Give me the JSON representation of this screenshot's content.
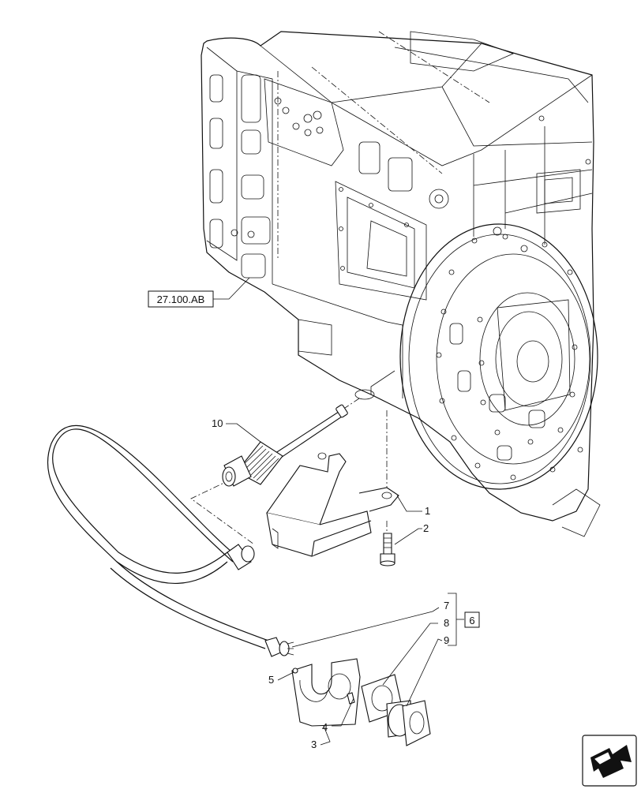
{
  "reference_label": "27.100.AB",
  "callouts": {
    "c1": "1",
    "c2": "2",
    "c3": "3",
    "c4": "4",
    "c5": "5",
    "c6": "6",
    "c7": "7",
    "c8": "8",
    "c9": "9",
    "c10": "10"
  },
  "icons": {
    "nav": "next-view-arrow-icon"
  }
}
